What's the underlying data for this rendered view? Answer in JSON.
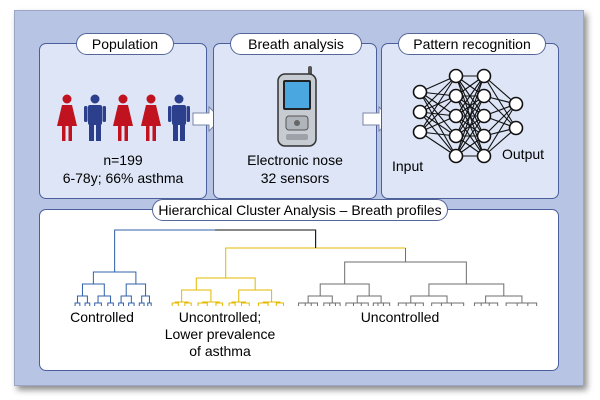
{
  "panels": [
    {
      "title": "Population",
      "lines": [
        "n=199",
        "6-78y; 66% asthma"
      ]
    },
    {
      "title": "Breath analysis",
      "lines": [
        "Electronic nose",
        "32 sensors"
      ]
    },
    {
      "title": "Pattern recognition",
      "input_label": "Input",
      "output_label": "Output"
    }
  ],
  "population_figures": [
    "female",
    "male",
    "female",
    "female",
    "male"
  ],
  "figure_colors": {
    "female": "#c0131f",
    "male": "#2c3f8c"
  },
  "cluster": {
    "title": "Hierarchical Cluster Analysis – Breath profiles",
    "groups": [
      {
        "label": "Controlled",
        "color": "#2f60a8"
      },
      {
        "label": "Uncontrolled;\nLower prevalence\nof asthma",
        "color": "#e3b900"
      },
      {
        "label": "Uncontrolled",
        "color": "#6e6e6e"
      }
    ]
  }
}
